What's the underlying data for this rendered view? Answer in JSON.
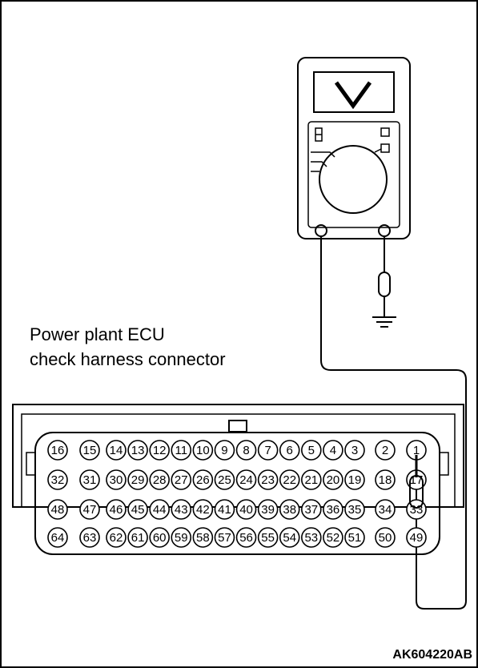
{
  "caption": {
    "line1": "Power plant ECU",
    "line2": "check harness connector"
  },
  "figure_code": "AK604220AB",
  "meter_icon": "voltmeter-v-symbol",
  "ground_icon": "ground-symbol",
  "connector": {
    "rows": [
      [
        "16",
        "15",
        "14",
        "13",
        "12",
        "11",
        "10",
        "9",
        "8",
        "7",
        "6",
        "5",
        "4",
        "3",
        "2",
        "1"
      ],
      [
        "32",
        "31",
        "30",
        "29",
        "28",
        "27",
        "26",
        "25",
        "24",
        "23",
        "22",
        "21",
        "20",
        "19",
        "18",
        "17"
      ],
      [
        "48",
        "47",
        "46",
        "45",
        "44",
        "43",
        "42",
        "41",
        "40",
        "39",
        "38",
        "37",
        "36",
        "35",
        "34",
        "33"
      ],
      [
        "64",
        "63",
        "62",
        "61",
        "60",
        "59",
        "58",
        "57",
        "56",
        "55",
        "54",
        "53",
        "52",
        "51",
        "50",
        "49"
      ]
    ],
    "probed_pin": "1"
  }
}
